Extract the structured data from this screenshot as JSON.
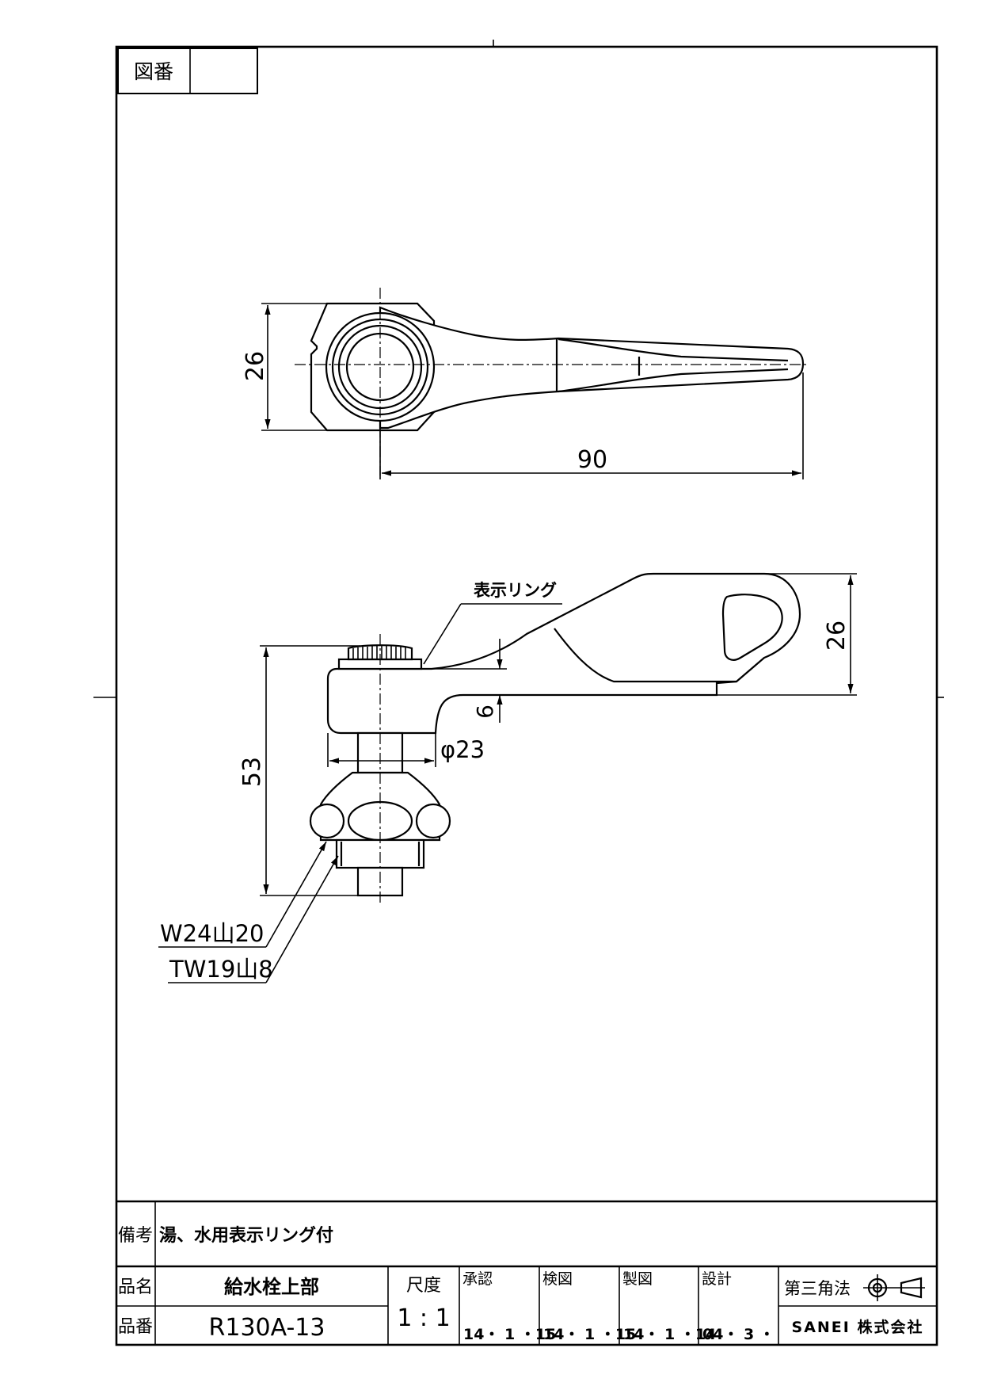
{
  "drawing_no_label": "図番",
  "drawing_no_value": "",
  "dimensions": {
    "top_view_height": "26",
    "top_view_length": "90",
    "side_view_height": "26",
    "side_view_offset": "6",
    "side_view_diameter": "φ23",
    "side_view_total_height": "53"
  },
  "labels": {
    "indicator_ring": "表示リング",
    "thread_1": "W24山20",
    "thread_2": "TW19山8"
  },
  "title_block": {
    "remarks_label": "備考",
    "remarks_value": "湯、水用表示リング付",
    "name_label": "品名",
    "name_value": "給水栓上部",
    "number_label": "品番",
    "number_value": "R130A-13",
    "scale_label": "尺度",
    "scale_value": "1 : 1",
    "approved_label": "承認",
    "approved_date": "14・ 1 ・15",
    "checked_label": "検図",
    "checked_date": "14・ 1 ・15",
    "drawn_label": "製図",
    "drawn_date": "14・ 1 ・14",
    "design_label": "設計",
    "design_date": "04・ 3 ・",
    "projection_label": "第三角法",
    "company": "SANEI 株式会社"
  }
}
